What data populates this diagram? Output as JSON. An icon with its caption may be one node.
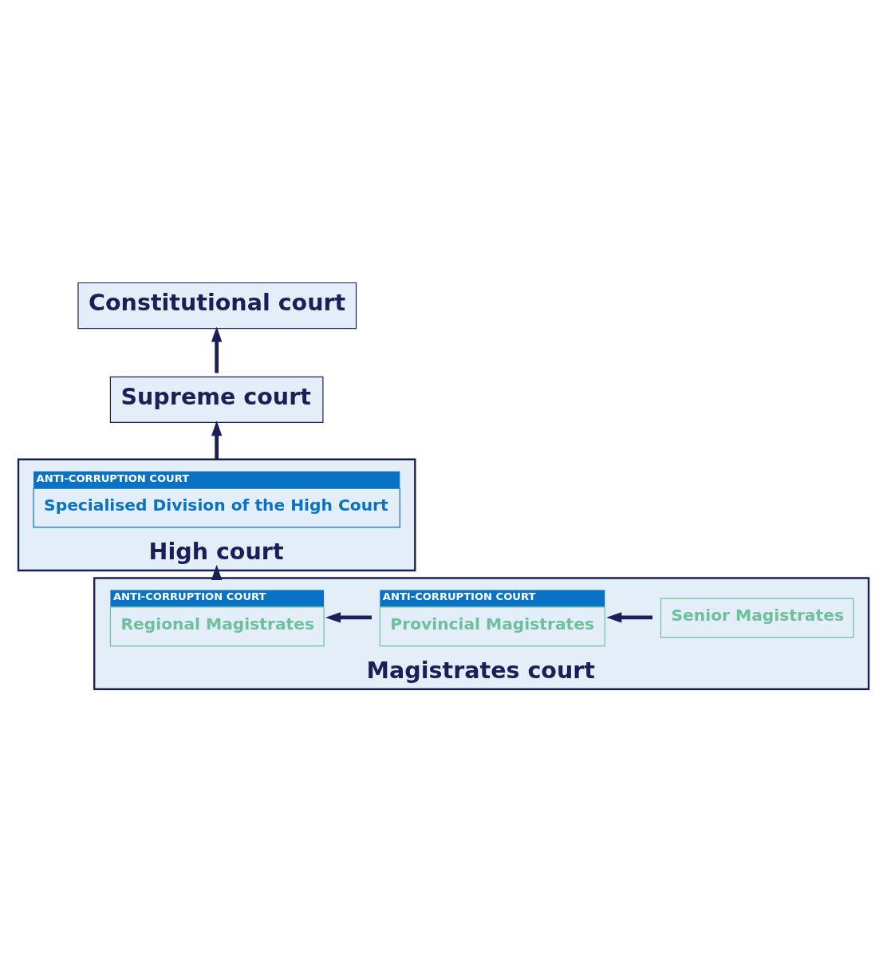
{
  "diagram": {
    "nodes": [
      {
        "text": [
          "Constitutional court"
        ]
      },
      {
        "text": [
          "Supreme court"
        ]
      },
      {
        "text": [
          "High court"
        ]
      },
      {
        "text": [
          "ANTI-CORRUPTION COURT",
          "Specialised Division of the High Court"
        ],
        "in": 2
      },
      {
        "text": [
          "Magistrates court"
        ]
      },
      {
        "text": [
          "ANTI-CORRUPTION COURT",
          "Regional Magistrates"
        ],
        "in": 4
      },
      {
        "text": [
          "ANTI-CORRUPTION COURT",
          "Provincial Magistrates"
        ],
        "in": 4
      },
      {
        "text": [
          "Senior Magistrates"
        ],
        "in": 4
      }
    ],
    "edges": [
      {
        "from": 1,
        "to": 0,
        "arrow": "to"
      },
      {
        "from": 2,
        "to": 1,
        "arrow": "to"
      },
      {
        "from": 4,
        "to": 2,
        "arrow": "to"
      },
      {
        "from": 6,
        "to": 5,
        "arrow": "to"
      },
      {
        "from": 7,
        "to": 6,
        "arrow": "to"
      }
    ]
  }
}
